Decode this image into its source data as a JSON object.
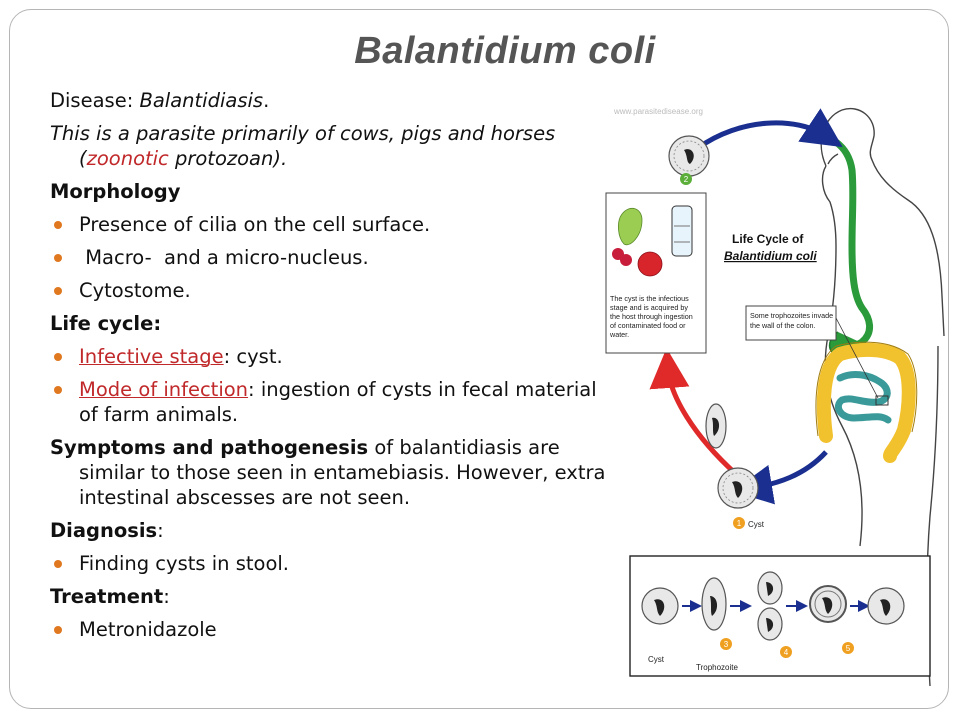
{
  "title": "Balantidium coli",
  "disease": {
    "label": "Disease",
    "sep": ": ",
    "value": "Balantidiasis",
    "end": "."
  },
  "intro": {
    "part1": "This is a parasite primarily of cows, pigs and horses (",
    "zoonotic": "zoonotic",
    "part2": " protozoan)."
  },
  "morphology": {
    "heading": "Morphology",
    "items": [
      "Presence of cilia on the cell surface.",
      " Macro-  and a micro-nucleus.",
      "Cytostome."
    ]
  },
  "life_cycle": {
    "heading": "Life cycle:",
    "infective_label": "Infective stage",
    "infective_value": ": cyst.",
    "mode_label": "Mode of infection",
    "mode_value": ": ingestion of cysts in fecal material of farm animals."
  },
  "symptoms": {
    "bold": "Symptoms and pathogenesis",
    "text": " of balantidiasis are similar to those seen in entamebiasis. However, extra intestinal abscesses are not seen."
  },
  "diagnosis": {
    "heading": "Diagnosis",
    "colon": ":",
    "items": [
      "Finding cysts in stool."
    ]
  },
  "treatment": {
    "heading": "Treatment",
    "colon": ":",
    "items": [
      "Metronidazole"
    ]
  },
  "figure": {
    "watermark": "www.parasitedisease.org",
    "title_line1": "Life Cycle of",
    "title_line2": "Balantidium coli",
    "cyst_note": [
      "The cyst is the infectious",
      "stage and is acquired by",
      "the host through ingestion",
      "of contaminated food or",
      "water."
    ],
    "trophozoite_note": [
      "Some trophozoites invade",
      "the wall of the colon."
    ],
    "stage_numbers": [
      "1",
      "2",
      "3",
      "4",
      "5"
    ],
    "label_cyst": "Cyst",
    "label_trophozoite": "Trophozoite",
    "colors": {
      "red_arrow": "#e02a2a",
      "blue_arrow": "#1a2f8f",
      "gut_green": "#2a9a3a",
      "colon_yellow": "#f2c12e",
      "small_int_teal": "#3a9a9a",
      "stage_marker": "#f0a020"
    }
  }
}
